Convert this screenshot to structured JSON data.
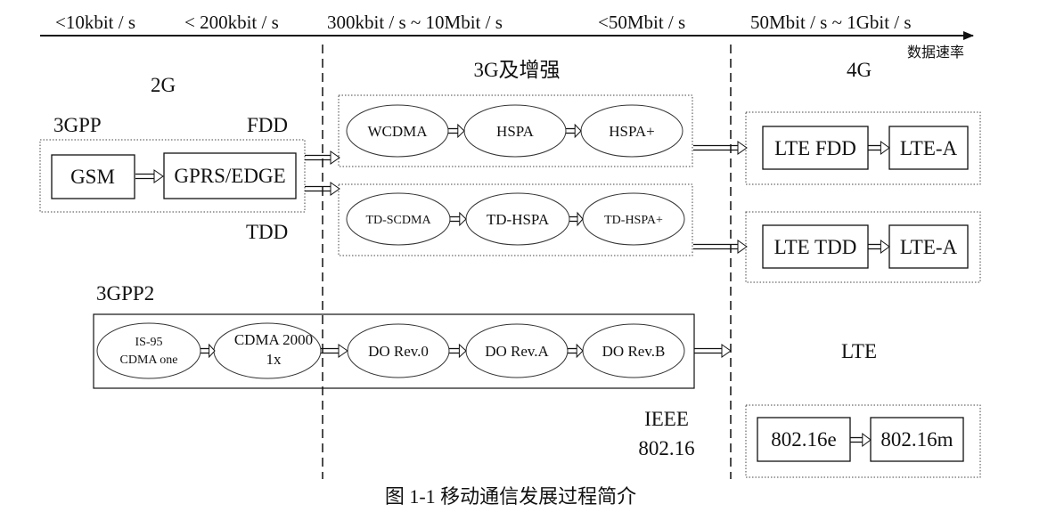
{
  "rates": [
    "<10kbit / s",
    "< 200kbit / s",
    "300kbit / s ~ 10Mbit / s",
    "<50Mbit / s",
    "50Mbit / s ~ 1Gbit / s"
  ],
  "axis_label": "数据速率",
  "generations": {
    "g2": "2G",
    "g3": "3G及增强",
    "g4": "4G"
  },
  "labels": {
    "gpp3": "3GPP",
    "fdd": "FDD",
    "tdd": "TDD",
    "gpp3_2": "3GPP2",
    "lte": "LTE",
    "ieee": "IEEE",
    "ieee_std": "802.16"
  },
  "boxes": {
    "gsm": "GSM",
    "gprs": "GPRS/EDGE",
    "lte_fdd": "LTE FDD",
    "lte_a1": "LTE-A",
    "lte_tdd": "LTE TDD",
    "lte_a2": "LTE-A",
    "wimax_e": "802.16e",
    "wimax_m": "802.16m"
  },
  "nodes": {
    "wcdma": "WCDMA",
    "hspa": "HSPA",
    "hspa_plus": "HSPA+",
    "td_scdma": "TD-SCDMA",
    "td_hspa": "TD-HSPA",
    "td_hspa_plus": "TD-HSPA+",
    "is95_line1": "IS-95",
    "is95_line2": "CDMA one",
    "cdma2000_line1": "CDMA 2000",
    "cdma2000_line2": "1x",
    "do0": "DO Rev.0",
    "doa": "DO Rev.A",
    "dob": "DO Rev.B"
  },
  "caption": "图 1-1  移动通信发展过程简介"
}
